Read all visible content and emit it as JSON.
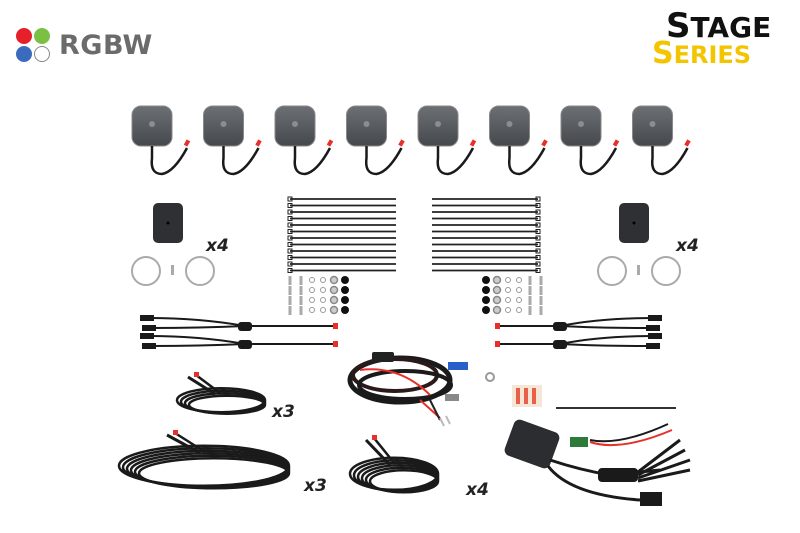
{
  "badges": {
    "rgbw": {
      "label": "RGBW",
      "dot_colors": {
        "red": "#e5202a",
        "green": "#7ac143",
        "blue": "#3a6bbf",
        "white": "#ffffff"
      }
    },
    "stage_series": {
      "line1_initial": "S",
      "line1_rest": "TAGE",
      "line2_initial": "S",
      "line2_rest": "ERIES",
      "colors": {
        "stage": "#111111",
        "series": "#f2c500"
      }
    }
  },
  "kit_contents": {
    "pods": {
      "name": "LED pod with pigtail",
      "count": 8
    },
    "mounts_left": {
      "name": "Mount bracket with hose clamps",
      "quantity_label": "x4"
    },
    "mounts_right": {
      "name": "Mount bracket with hose clamps",
      "quantity_label": "x4"
    },
    "zip_ties_left": {
      "count": 12
    },
    "zip_ties_right": {
      "count": 12
    },
    "hardware_left": {
      "name": "Bolts, washers, nuts"
    },
    "hardware_right": {
      "name": "Bolts, washers, nuts"
    },
    "splitters_left": {
      "name": "Y-splitter cables",
      "count": 2
    },
    "splitters_right": {
      "name": "Y-splitter cables",
      "count": 2
    },
    "short_extension": {
      "name": "Short extension cable",
      "quantity_label": "x3"
    },
    "long_extension": {
      "name": "Long extension cable",
      "quantity_label": "x3"
    },
    "medium_extension": {
      "name": "Medium extension cable",
      "quantity_label": "x4"
    },
    "wiring_harness": {
      "name": "Wiring harness with fuse"
    },
    "adhesive_pads": {
      "name": "Adhesive pads"
    },
    "controller": {
      "name": "Bluetooth controller module"
    }
  },
  "colors": {
    "connector_red": "#e8302a",
    "cable_black": "#1a1a1a",
    "pod_gray": "#5a5d62",
    "metal": "#b8b8b8"
  }
}
